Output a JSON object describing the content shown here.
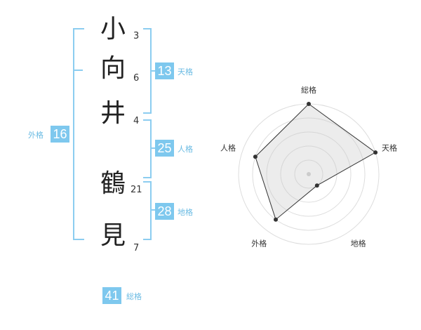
{
  "characters": [
    {
      "char": "小",
      "strokes": "3"
    },
    {
      "char": "向",
      "strokes": "6"
    },
    {
      "char": "井",
      "strokes": "4"
    },
    {
      "char": "鶴",
      "strokes": "21"
    },
    {
      "char": "見",
      "strokes": "7"
    }
  ],
  "kaku": {
    "tenkaku": {
      "value": "13",
      "label": "天格"
    },
    "jinkaku": {
      "value": "25",
      "label": "人格"
    },
    "chikaku": {
      "value": "28",
      "label": "地格"
    },
    "gaikaku": {
      "value": "16",
      "label": "外格"
    },
    "soukaku": {
      "value": "41",
      "label": "総格"
    }
  },
  "colors": {
    "accent": "#7ec8ee",
    "bracket": "#8ccdf0",
    "label": "#6bbbe3"
  },
  "chart_data": {
    "type": "radar",
    "axes": [
      "総格",
      "天格",
      "地格",
      "外格",
      "人格"
    ],
    "values": [
      5,
      5,
      1,
      4,
      4
    ],
    "max": 5,
    "rings": 5
  }
}
